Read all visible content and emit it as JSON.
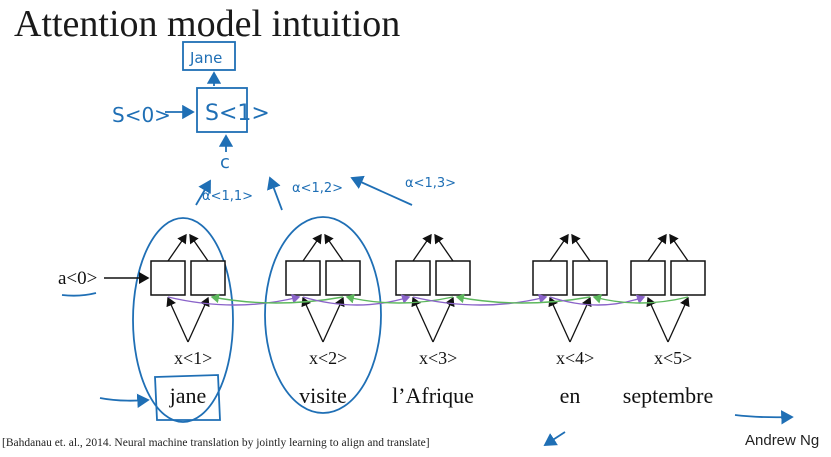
{
  "slide": {
    "title": "Attention model intuition",
    "citation": "[Bahdanau et. al., 2014. Neural machine translation by jointly learning to align and translate]",
    "author": "Andrew Ng"
  },
  "diagram": {
    "initial_activation": "a<0>",
    "inputs": [
      {
        "x": "x<1>",
        "word": "jane"
      },
      {
        "x": "x<2>",
        "word": "visite"
      },
      {
        "x": "x<3>",
        "word": "l’Afrique"
      },
      {
        "x": "x<4>",
        "word": "en"
      },
      {
        "x": "x<5>",
        "word": "septembre"
      }
    ],
    "annotations": {
      "output_word": "Jane",
      "decoder_state": "S<1>",
      "initial_state": "S<0>",
      "context": "c",
      "alphas": [
        "α<1,1>",
        "α<1,2>",
        "α<1,3>"
      ]
    },
    "colors": {
      "ink": "#1f6fb5",
      "forward_arrow": "#5db85d",
      "backward_arrow": "#8a63c9"
    }
  }
}
